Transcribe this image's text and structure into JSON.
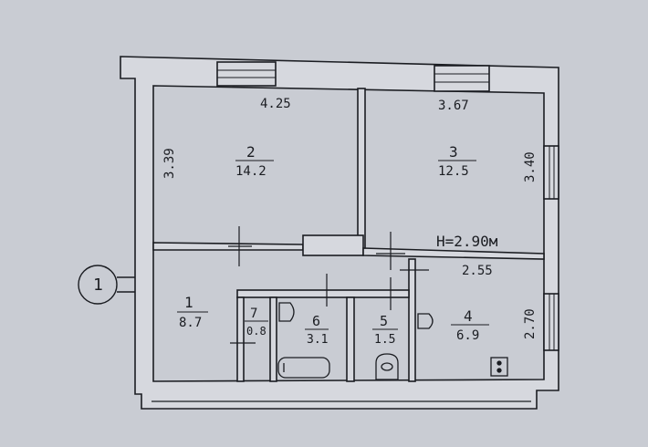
{
  "plan": {
    "ceiling_height": "H=2.90м",
    "dimensions": {
      "top_left": "4.25",
      "top_right": "3.67",
      "left_height": "3.39",
      "right_height_upper": "3.40",
      "right_height_lower": "2.70",
      "room4_width": "2.55"
    },
    "rooms": [
      {
        "number": "1",
        "area": "8.7"
      },
      {
        "number": "2",
        "area": "14.2"
      },
      {
        "number": "3",
        "area": "12.5"
      },
      {
        "number": "4",
        "area": "6.9"
      },
      {
        "number": "5",
        "area": "1.5"
      },
      {
        "number": "6",
        "area": "3.1"
      },
      {
        "number": "7",
        "area": "0.8"
      }
    ],
    "entrance_marker": "1"
  },
  "colors": {
    "paper": "#c9ccd3",
    "ink": "#1b1d22",
    "wall_fill": "#d6d8de"
  }
}
